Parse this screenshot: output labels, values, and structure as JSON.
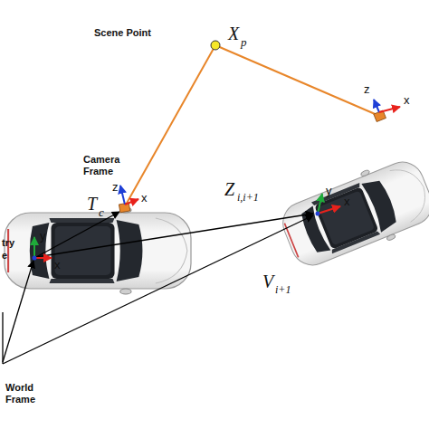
{
  "diagram": {
    "labels": [
      "Scene Point",
      "X",
      "p",
      "Camera Frame",
      "T",
      "c",
      "Z",
      "i,i+1",
      "V",
      "i+1",
      "try",
      "e",
      "World Frame",
      "y",
      "x",
      "z",
      "x",
      "y",
      "x",
      "z",
      "x"
    ]
  }
}
